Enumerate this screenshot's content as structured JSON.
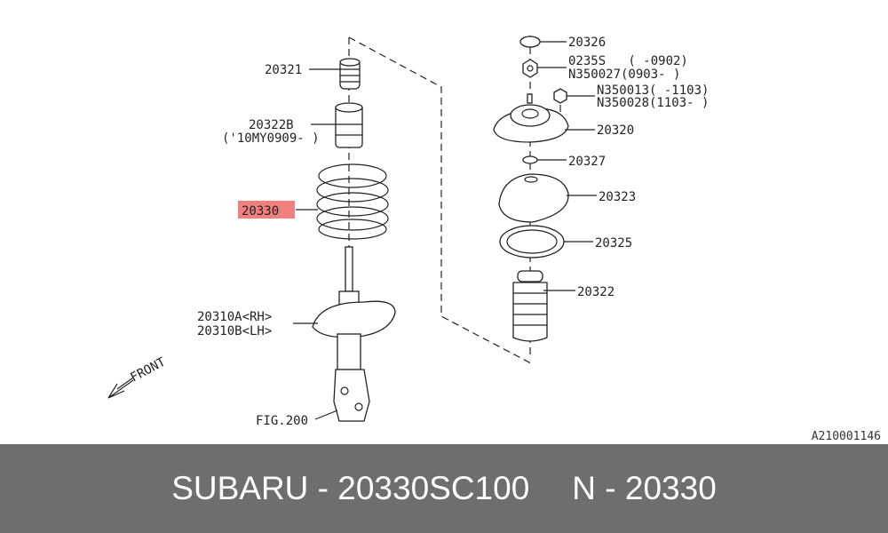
{
  "diagram": {
    "labels": {
      "p20321": "20321",
      "p20322b": "20322B",
      "p20322b_note": "('10MY0909- )",
      "p20330": "20330",
      "p20310a": "20310A<RH>",
      "p20310b": "20310B<LH>",
      "front": "FRONT",
      "fig": "FIG.200",
      "p20326": "20326",
      "p0235s": "0235S   ( -0902)",
      "pn350027": "N350027(0903- )",
      "pn350013": "N350013( -1103)",
      "pn350028": "N350028(1103- )",
      "p20320": "20320",
      "p20327": "20327",
      "p20323": "20323",
      "p20325": "20325",
      "p20322": "20322"
    },
    "highlight_color": "#f08080",
    "code": "A210001146"
  },
  "footer": {
    "brand_part": "SUBARU - 20330SC100",
    "number": "N - 20330"
  }
}
